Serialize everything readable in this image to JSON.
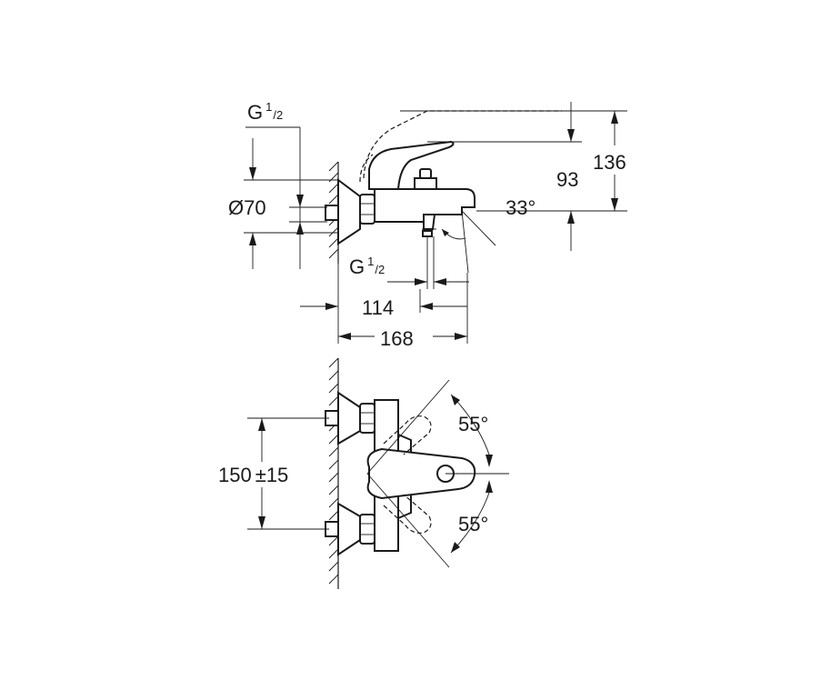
{
  "side_view": {
    "thread_top": {
      "base": "G",
      "num": "1",
      "den": "2"
    },
    "thread_bottom": {
      "base": "G",
      "num": "1",
      "den": "2"
    },
    "diameter": "Ø70",
    "angle": "33°",
    "height_93": "93",
    "height_136": "136",
    "depth_114": "114",
    "depth_168": "168"
  },
  "front_view": {
    "spacing": "150",
    "tolerance": "±15",
    "angle_top": "55°",
    "angle_bottom": "55°"
  }
}
